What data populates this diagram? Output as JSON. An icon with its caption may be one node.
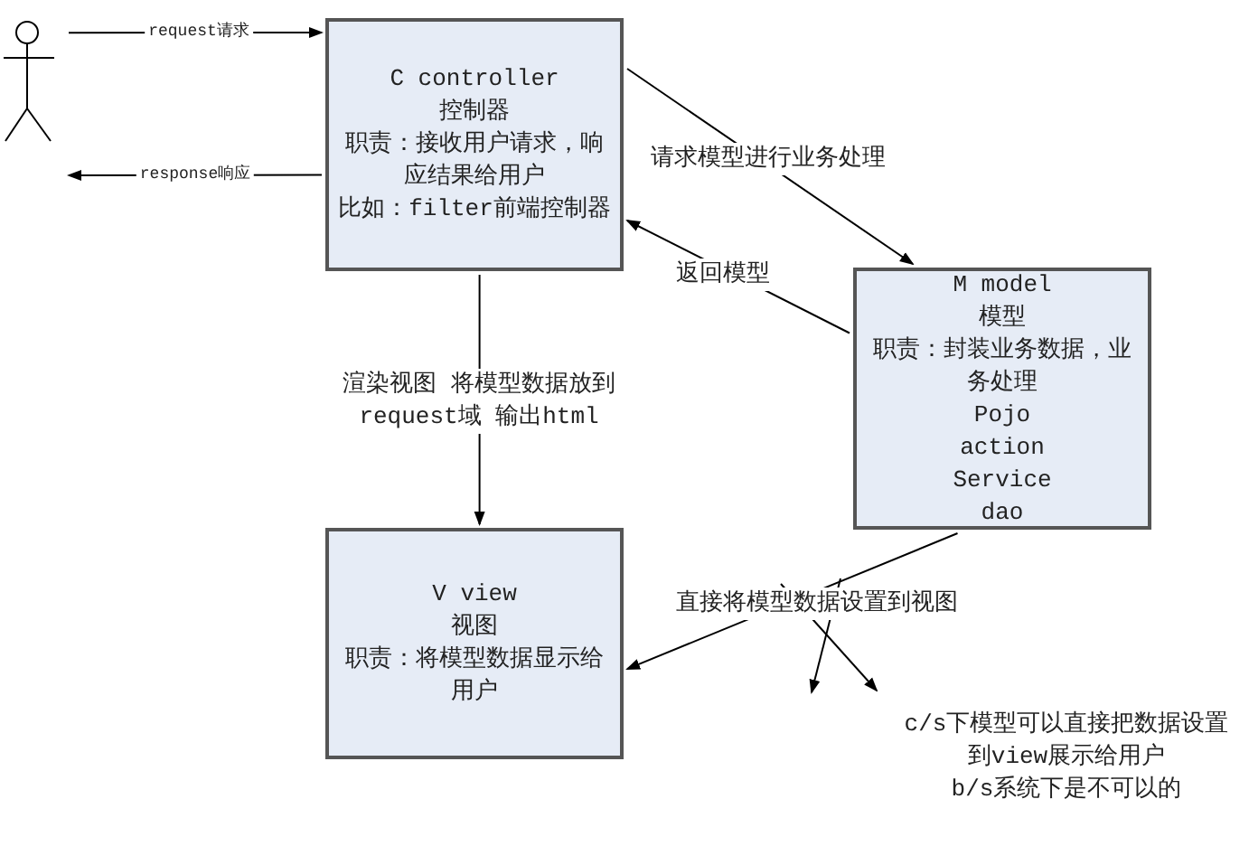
{
  "diagram": {
    "nodes": [
      {
        "text": [],
        "shape": "person"
      },
      {
        "text": [
          "C controller",
          "控制器",
          "职责：接收用户请求，响应结果给用户",
          "比如：filter前端控制器"
        ]
      },
      {
        "text": [
          "M model",
          "模型",
          "职责：封装业务数据，业务处理",
          "Pojo",
          "action",
          "Service",
          "dao"
        ]
      },
      {
        "text": [
          "V view",
          "视图",
          "职责：将模型数据显示给用户"
        ]
      }
    ],
    "edges": [
      {
        "from": 0,
        "to": 1,
        "arrow": "to",
        "label": "request请求"
      },
      {
        "from": 1,
        "to": 0,
        "arrow": "to",
        "label": "response响应"
      },
      {
        "from": 1,
        "to": 2,
        "arrow": "to",
        "label": "请求模型进行业务处理"
      },
      {
        "from": 2,
        "to": 1,
        "arrow": "to",
        "label": "返回模型"
      },
      {
        "from": 1,
        "to": 3,
        "arrow": "to",
        "label": "渲染视图 将模型数据放到request域 输出html"
      },
      {
        "from": 2,
        "to": 3,
        "arrow": "to",
        "label": "直接将模型数据设置到视图"
      }
    ],
    "labels": [
      "c/s下模型可以直接把数据设置到view展示给用户",
      "b/s系统下是不可以的"
    ]
  }
}
